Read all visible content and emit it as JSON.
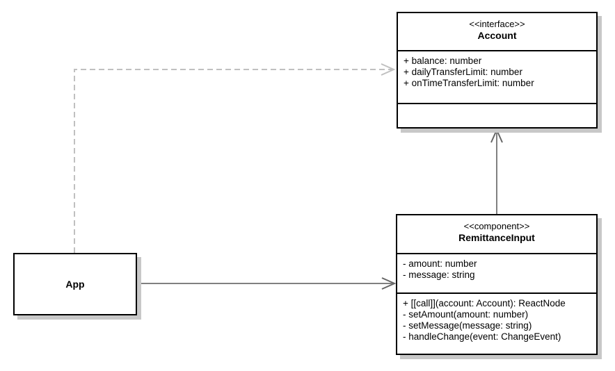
{
  "diagram": {
    "classes": {
      "account": {
        "stereotype": "<<interface>>",
        "name": "Account",
        "attributes": [
          "+ balance: number",
          "+ dailyTransferLimit: number",
          "+ onTimeTransferLimit: number"
        ],
        "methods": []
      },
      "remittance_input": {
        "stereotype": "<<component>>",
        "name": "RemittanceInput",
        "attributes": [
          "- amount: number",
          "- message: string"
        ],
        "methods": [
          "+ [[call]](account: Account): ReactNode",
          "- setAmount(amount: number)",
          "- setMessage(message: string)",
          "- handleChange(event: ChangeEvent)"
        ]
      },
      "app": {
        "name": "App"
      }
    },
    "relations": [
      {
        "from": "App",
        "to": "Account",
        "kind": "dependency"
      },
      {
        "from": "App",
        "to": "RemittanceInput",
        "kind": "association"
      },
      {
        "from": "RemittanceInput",
        "to": "Account",
        "kind": "association"
      }
    ],
    "colors": {
      "line": "#000000",
      "arrow": "#666666",
      "dashed": "#c0c0c0",
      "shadow": "#c8c8c8",
      "background": "#ffffff"
    }
  }
}
